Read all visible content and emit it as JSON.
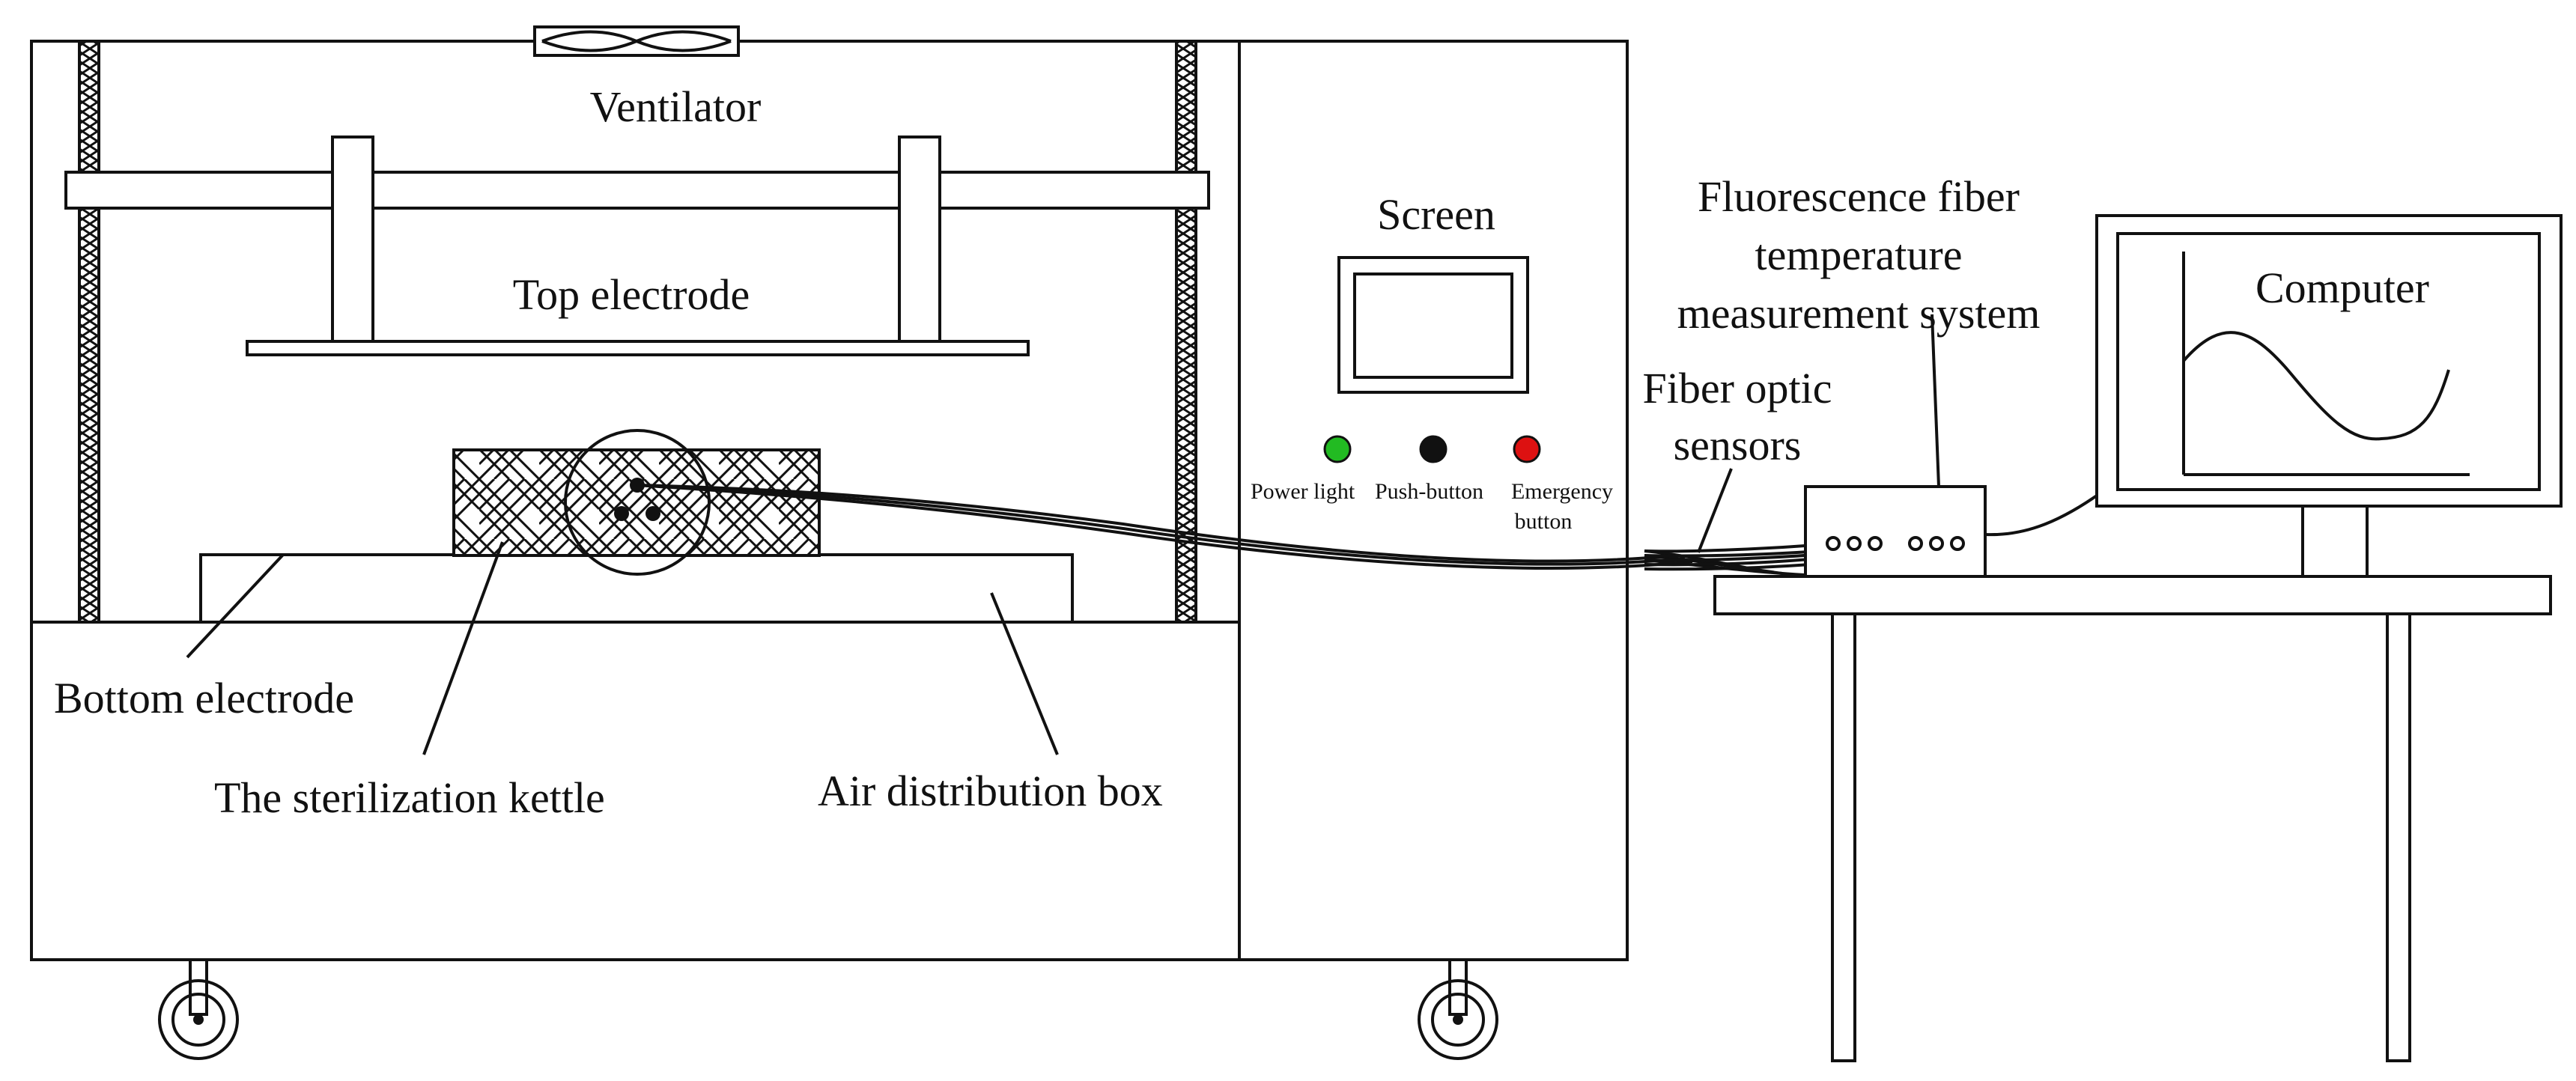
{
  "labels": {
    "ventilator": "Ventilator",
    "top_electrode": "Top electrode",
    "bottom_electrode": "Bottom electrode",
    "sterilization_kettle": "The sterilization kettle",
    "air_distribution_box": "Air distribution box",
    "screen": "Screen",
    "power_light": "Power light",
    "push_button": "Push-button",
    "emergency_button_line1": "Emergency",
    "emergency_button_line2": "button",
    "fluorescence_line1": "Fluorescence fiber",
    "fluorescence_line2": "temperature",
    "fluorescence_line3": "measurement system",
    "fiber_optic_line1": "Fiber optic",
    "fiber_optic_line2": "sensors",
    "computer": "Computer"
  },
  "colors": {
    "power_light": "#22bb22",
    "push_button": "#111111",
    "emergency_button": "#dd1111"
  }
}
